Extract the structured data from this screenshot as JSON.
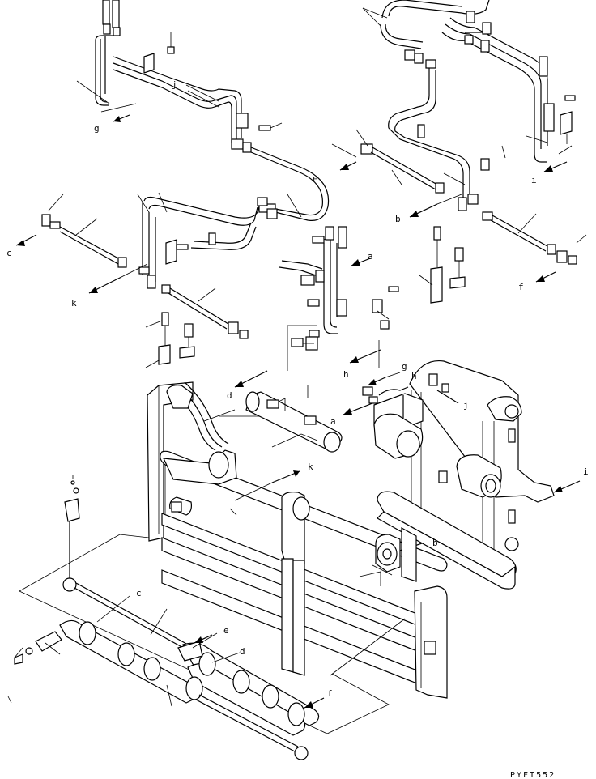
{
  "diagram": {
    "drawing_code": "PYFT552",
    "callouts": [
      "a",
      "b",
      "c",
      "d",
      "e",
      "f",
      "g",
      "h",
      "i",
      "j",
      "k"
    ]
  }
}
